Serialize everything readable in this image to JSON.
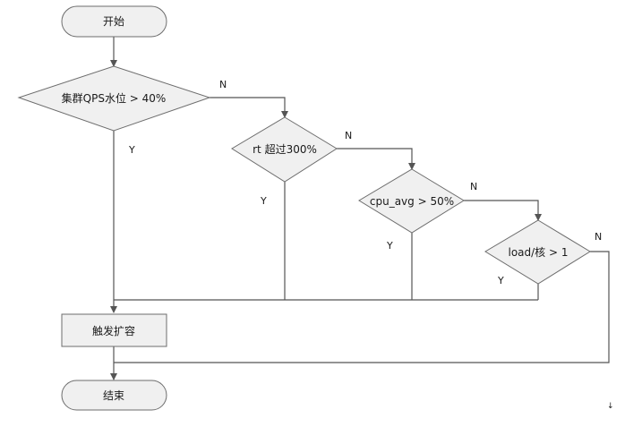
{
  "nodes": {
    "start": "开始",
    "qps": "集群QPS水位 > 40%",
    "rt": "rt 超过300%",
    "cpu": "cpu_avg > 50%",
    "load": "load/核 > 1",
    "scale": "触发扩容",
    "end": "结束"
  },
  "edges": {
    "qps_no": "N",
    "qps_yes": "Y",
    "rt_no": "N",
    "rt_yes": "Y",
    "cpu_no": "N",
    "cpu_yes": "Y",
    "load_no": "N",
    "load_yes": "Y"
  },
  "footer_mark": "↓"
}
